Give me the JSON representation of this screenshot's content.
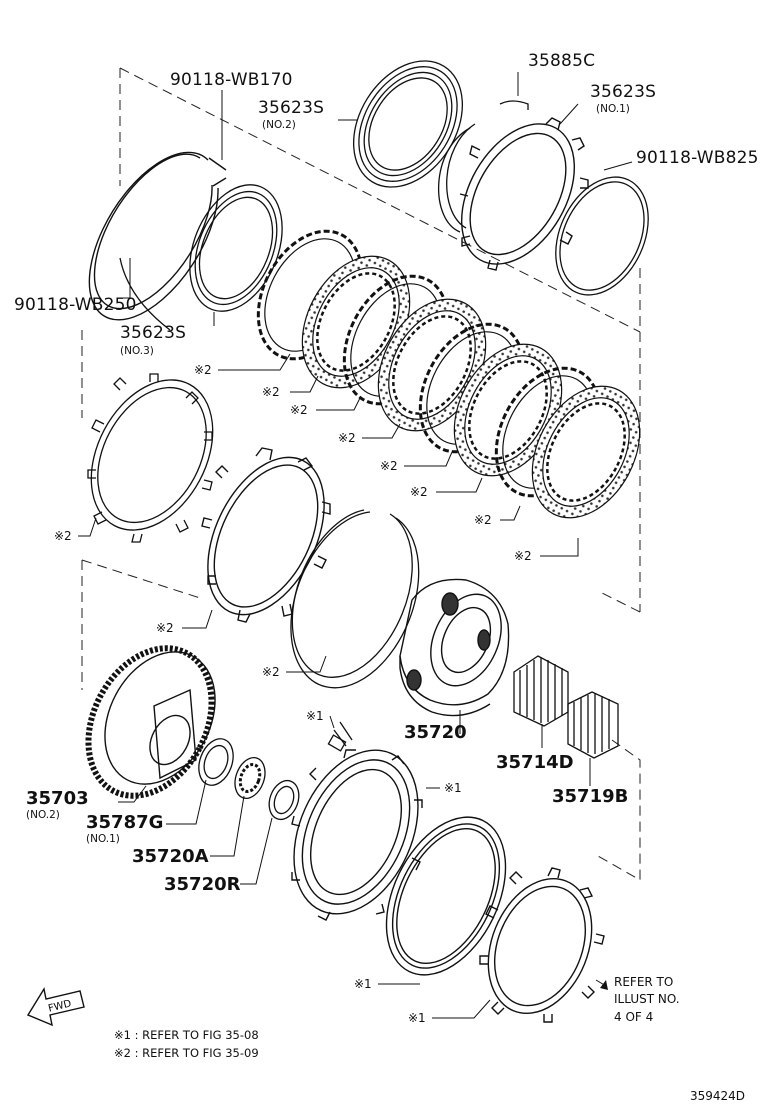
{
  "parts": {
    "p_90118_wb170": "90118-WB170",
    "p_35885c": "35885C",
    "p_35623s_no1": "35623S",
    "p_35623s_no1_sub": "(NO.1)",
    "p_35623s_no2": "35623S",
    "p_35623s_no2_sub": "(NO.2)",
    "p_90118_wb825": "90118-WB825",
    "p_90118_wb250": "90118-WB250",
    "p_35623s_no3": "35623S",
    "p_35623s_no3_sub": "(NO.3)",
    "p_35720": "35720",
    "p_35714d": "35714D",
    "p_35719b": "35719B",
    "p_35703": "35703",
    "p_35703_sub": "(NO.2)",
    "p_35787g": "35787G",
    "p_35787g_sub": "(NO.1)",
    "p_35720a": "35720A",
    "p_35720r": "35720R"
  },
  "refs": {
    "r2": "※2",
    "r1": "※1"
  },
  "note": {
    "line1": "REFER TO",
    "line2": "ILLUST NO.",
    "line3": "4 OF 4"
  },
  "fwd_label": "FWD",
  "legend": {
    "item1": "※1 : REFER TO FIG 35-08",
    "item2": "※2 : REFER TO FIG 35-09"
  },
  "diagram_code": "359424D"
}
